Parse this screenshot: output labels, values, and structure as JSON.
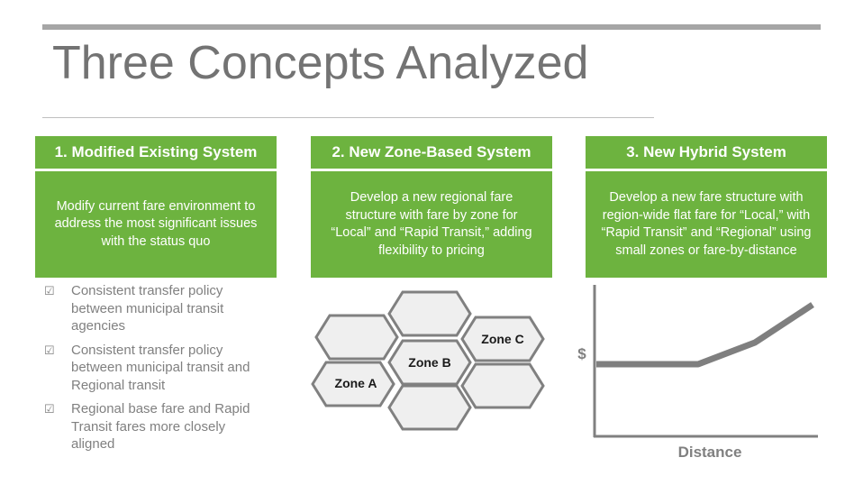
{
  "title": "Three Concepts Analyzed",
  "colors": {
    "accent": "#6db33f",
    "title": "#737373",
    "rule": "#a6a6a6",
    "hex_fill": "#efefef",
    "hex_stroke": "#808080"
  },
  "concepts": [
    {
      "heading": "1. Modified Existing System",
      "description": "Modify current fare environment to address the most significant issues with the status quo"
    },
    {
      "heading": "2. New Zone-Based System",
      "description": "Develop a new regional fare structure with fare by zone for “Local” and “Rapid Transit,” adding flexibility to pricing"
    },
    {
      "heading": "3. New Hybrid System",
      "description": "Develop a new fare structure with region-wide flat fare for “Local,” with “Rapid Transit” and “Regional” using small zones or fare-by-distance"
    }
  ],
  "checklist": {
    "icon": "checkbox-checked-icon",
    "items": [
      "Consistent transfer policy between municipal transit agencies",
      "Consistent transfer policy between municipal transit and Regional transit",
      "Regional base fare and Rapid Transit fares more closely aligned"
    ]
  },
  "zones": {
    "a": "Zone A",
    "b": "Zone B",
    "c": "Zone C"
  },
  "fare_chart": {
    "y_label": "$",
    "x_label": "Distance"
  }
}
